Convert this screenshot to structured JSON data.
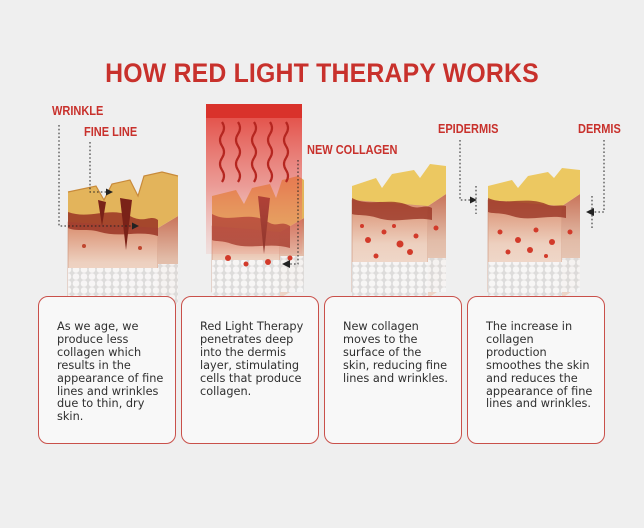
{
  "title": "HOW RED LIGHT THERAPY WORKS",
  "labels": {
    "wrinkle": "WRINKLE",
    "fine_line": "FINE LINE",
    "new_collagen": "NEW COLLAGEN",
    "epidermis": "EPIDERMIS",
    "dermis": "DERMIS"
  },
  "cards": [
    {
      "text": "As we age, we produce less collagen which results in the appearance of fine lines and wrinkles due to thin, dry skin."
    },
    {
      "text": "Red Light Therapy penetrates deep into the dermis layer, stimulating cells that produce collagen."
    },
    {
      "text": "New collagen moves to the surface of the skin, reducing fine lines and wrinkles."
    },
    {
      "text": "The increase in collagen production smoothes the skin and reduces the appearance of fine lines and wrinkles."
    }
  ],
  "colors": {
    "accent": "#c8312c",
    "card_border": "#c9504a",
    "skin_top": "#e9c15a",
    "skin_side": "#e7c3ad",
    "dermis_dark": "#8e2a1e",
    "fat": "#f4f4f4",
    "light_beam": "#e4493f"
  },
  "icons": [
    "skin-block-wrinkled",
    "red-light-panel",
    "skin-block-repairing",
    "skin-block-smooth"
  ]
}
